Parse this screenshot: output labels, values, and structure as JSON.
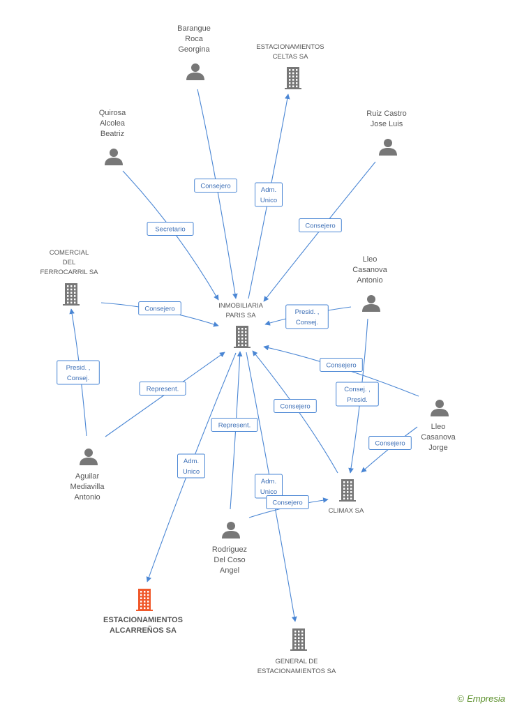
{
  "diagram": {
    "nodes": [
      {
        "id": "barangue",
        "type": "person",
        "lines": [
          "Barangue",
          "Roca",
          "Georgina"
        ]
      },
      {
        "id": "celtas",
        "type": "company",
        "lines": [
          "ESTACIONAMIENTOS",
          "CELTAS SA"
        ]
      },
      {
        "id": "quirosa",
        "type": "person",
        "lines": [
          "Quirosa",
          "Alcolea",
          "Beatriz"
        ]
      },
      {
        "id": "ruiz",
        "type": "person",
        "lines": [
          "Ruiz Castro",
          "Jose Luis"
        ]
      },
      {
        "id": "comercial",
        "type": "company",
        "lines": [
          "COMERCIAL",
          "DEL",
          "FERROCARRIL SA"
        ]
      },
      {
        "id": "inmobiliaria",
        "type": "company",
        "lines": [
          "INMOBILIARIA",
          "PARIS SA"
        ]
      },
      {
        "id": "lleo_antonio",
        "type": "person",
        "lines": [
          "Lleo",
          "Casanova",
          "Antonio"
        ]
      },
      {
        "id": "lleo_jorge",
        "type": "person",
        "lines": [
          "Lleo",
          "Casanova",
          "Jorge"
        ]
      },
      {
        "id": "aguilar",
        "type": "person",
        "lines": [
          "Aguilar",
          "Mediavilla",
          "Antonio"
        ]
      },
      {
        "id": "climax",
        "type": "company",
        "lines": [
          "CLIMAX SA"
        ]
      },
      {
        "id": "rodriguez",
        "type": "person",
        "lines": [
          "Rodriguez",
          "Del Coso",
          "Angel"
        ]
      },
      {
        "id": "alcarrenos",
        "type": "company-main",
        "lines": [
          "ESTACIONAMIENTOS",
          "ALCARREÑOS SA"
        ]
      },
      {
        "id": "general",
        "type": "company",
        "lines": [
          "GENERAL DE",
          "ESTACIONAMIENTOS SA"
        ]
      }
    ],
    "edges": [
      {
        "from": "barangue",
        "to": "inmobiliaria",
        "label": [
          "Consejero"
        ]
      },
      {
        "from": "inmobiliaria",
        "to": "celtas",
        "label": [
          "Adm.",
          "Unico"
        ]
      },
      {
        "from": "quirosa",
        "to": "inmobiliaria",
        "label": [
          "Secretario"
        ]
      },
      {
        "from": "ruiz",
        "to": "inmobiliaria",
        "label": [
          "Consejero"
        ]
      },
      {
        "from": "comercial",
        "to": "inmobiliaria",
        "label": [
          "Consejero"
        ]
      },
      {
        "from": "lleo_antonio",
        "to": "inmobiliaria",
        "label": [
          "Presid. ,",
          "Consej."
        ]
      },
      {
        "from": "lleo_jorge",
        "to": "inmobiliaria",
        "label": [
          "Consejero"
        ]
      },
      {
        "from": "lleo_antonio",
        "to": "climax",
        "label": [
          "Consej. ,",
          "Presid."
        ]
      },
      {
        "from": "lleo_jorge",
        "to": "climax",
        "label": [
          "Consejero"
        ]
      },
      {
        "from": "climax",
        "to": "inmobiliaria",
        "label": [
          "Consejero"
        ]
      },
      {
        "from": "aguilar",
        "to": "comercial",
        "label": [
          "Presid. ,",
          "Consej."
        ]
      },
      {
        "from": "aguilar",
        "to": "inmobiliaria",
        "label": [
          "Represent."
        ]
      },
      {
        "from": "inmobiliaria",
        "to": "alcarrenos",
        "label": [
          "Adm.",
          "Unico"
        ]
      },
      {
        "from": "rodriguez",
        "to": "inmobiliaria",
        "label": [
          "Represent."
        ]
      },
      {
        "from": "inmobiliaria",
        "to": "general",
        "label": [
          "Adm.",
          "Unico"
        ]
      },
      {
        "from": "rodriguez",
        "to": "climax",
        "label": [
          "Consejero"
        ]
      }
    ]
  },
  "footer": {
    "copyright": "©",
    "brand": "Empresia"
  },
  "colors": {
    "edge": "#4a86d4",
    "company": "#777777",
    "main_company": "#f0582a",
    "person": "#777777"
  }
}
